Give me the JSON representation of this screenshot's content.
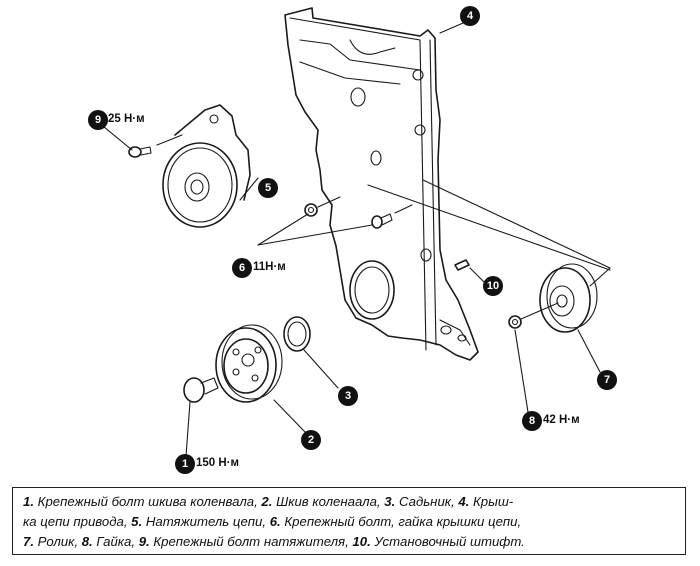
{
  "diagram": {
    "title": "Timing chain cover assembly",
    "callouts": [
      {
        "id": "1",
        "torque": "150 Н·м"
      },
      {
        "id": "2",
        "torque": ""
      },
      {
        "id": "3",
        "torque": ""
      },
      {
        "id": "4",
        "torque": ""
      },
      {
        "id": "5",
        "torque": ""
      },
      {
        "id": "6",
        "torque": "11Н·м"
      },
      {
        "id": "7",
        "torque": ""
      },
      {
        "id": "8",
        "torque": "42 Н·м"
      },
      {
        "id": "9",
        "torque": "25 Н·м"
      },
      {
        "id": "10",
        "torque": ""
      }
    ]
  },
  "legend": {
    "items": [
      {
        "num": "1.",
        "text": "Крепежный болт шкива коленвала,"
      },
      {
        "num": "2.",
        "text": "Шкив коленаала,"
      },
      {
        "num": "3.",
        "text": "Садьник,"
      },
      {
        "num": "4.",
        "text": "Крыш-"
      },
      {
        "num": "",
        "text": "ка цепи привода,"
      },
      {
        "num": "5.",
        "text": "Натяжитель цепи,"
      },
      {
        "num": "6.",
        "text": "Крепежный болт, гайка крышки цепи,"
      },
      {
        "num": "7.",
        "text": "Ролик,"
      },
      {
        "num": "8.",
        "text": "Гайка,"
      },
      {
        "num": "9.",
        "text": "Крепежный болт натяжителя,"
      },
      {
        "num": "10.",
        "text": "Установочный штифт."
      }
    ]
  }
}
